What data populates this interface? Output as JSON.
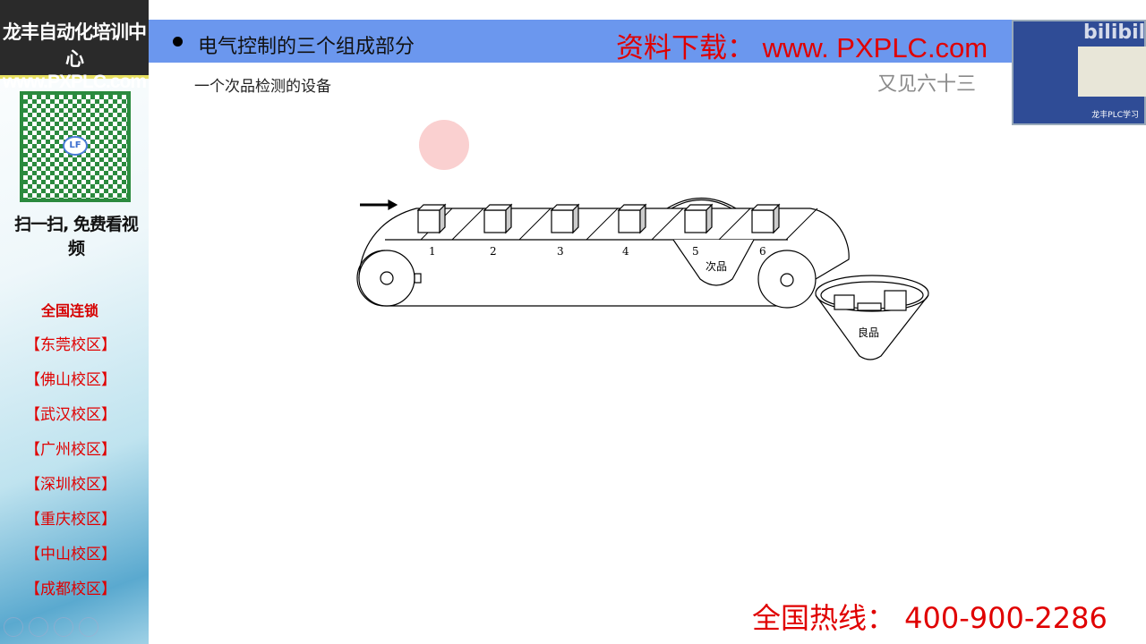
{
  "sidebar": {
    "brand_line1": "龙丰自动化培训中心",
    "brand_line2": "www.PXPLC.com",
    "qr_logo": "LF",
    "scan_text": "扫一扫, 免费看视频",
    "chain_title": "全国连锁",
    "campuses": [
      "【东莞校区】",
      "【佛山校区】",
      "【武汉校区】",
      "【广州校区】",
      "【深圳校区】",
      "【重庆校区】",
      "【中山校区】",
      "【成都校区】"
    ]
  },
  "header": {
    "title": "电气控制的三个组成部分",
    "download": "资料下载： www. PXPLC.com",
    "overlay": "又见六十三"
  },
  "content": {
    "subtitle": "一个次品检测的设备",
    "diagram": {
      "box_labels": [
        "1",
        "2",
        "3",
        "4",
        "5",
        "6"
      ],
      "reject_label": "次品",
      "good_label": "良品"
    }
  },
  "video": {
    "watermark": "bilibili",
    "caption": "龙丰PLC学习"
  },
  "footer": {
    "hotline": "全国热线： 400-900-2286"
  },
  "colors": {
    "header": "#6b97ee",
    "accent_red": "#e00000"
  }
}
